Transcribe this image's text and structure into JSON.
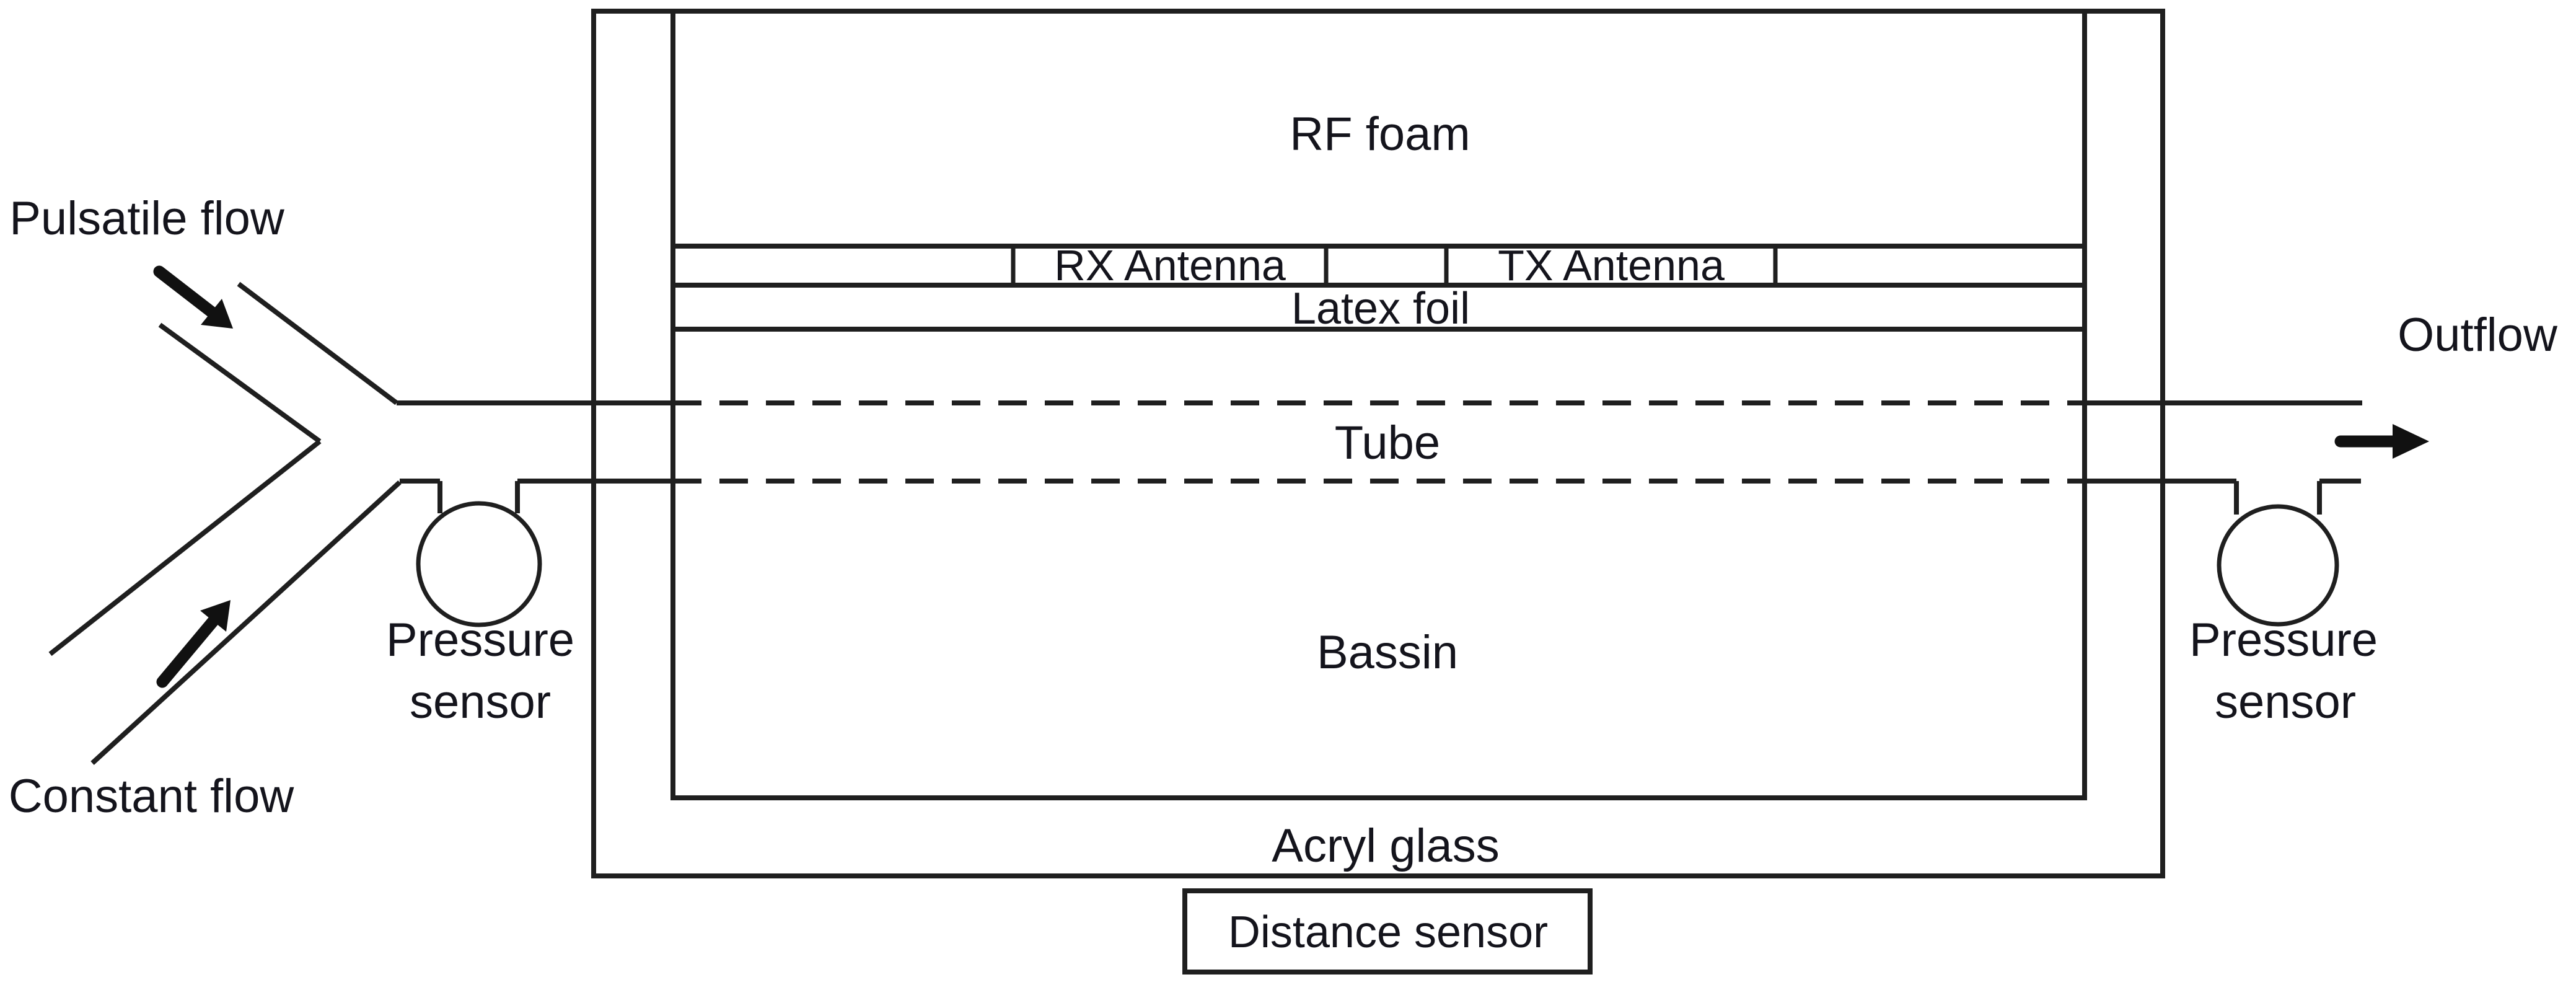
{
  "colors": {
    "ink": "#1f1f1f",
    "label_text": "#14141c",
    "background": "#ffffff"
  },
  "labels": {
    "pulsatile_flow": "Pulsatile flow",
    "constant_flow": "Constant flow",
    "outflow": "Outflow",
    "rf_foam": "RF foam",
    "rx_antenna": "RX Antenna",
    "tx_antenna": "TX Antenna",
    "latex_foil": "Latex foil",
    "tube": "Tube",
    "bassin": "Bassin",
    "acryl_glass": "Acryl glass",
    "distance_sensor": "Distance sensor",
    "pressure_sensor_left": [
      "Pressure",
      "sensor"
    ],
    "pressure_sensor_right": [
      "Pressure",
      "sensor"
    ]
  }
}
